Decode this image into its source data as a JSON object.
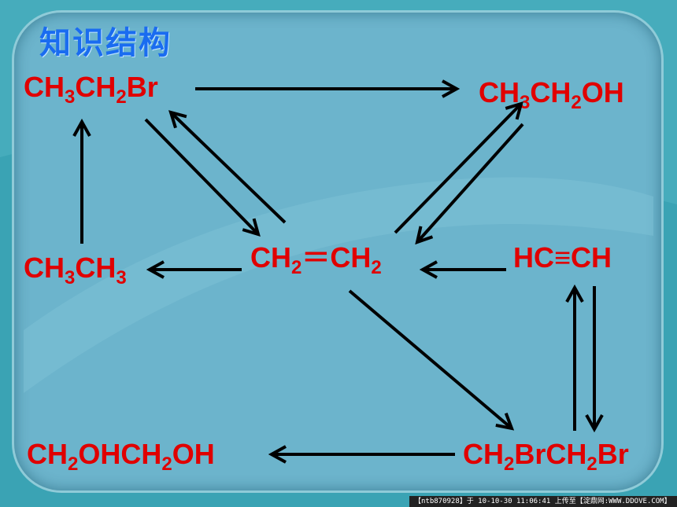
{
  "title": "知识结构",
  "nodes": {
    "bromoethane": [
      "CH",
      "3",
      "CH",
      "2",
      "Br"
    ],
    "ethanol": [
      "CH",
      "3",
      "CH",
      "2",
      "OH"
    ],
    "ethane": [
      "CH",
      "3",
      "CH",
      "3"
    ],
    "ethylene": [
      "CH",
      "2",
      "＝CH",
      "2"
    ],
    "acetylene": [
      "HC≡CH"
    ],
    "ethylene_glycol": [
      "CH",
      "2",
      "OHCH",
      "2",
      "OH"
    ],
    "dibromoethane": [
      "CH",
      "2",
      "BrCH",
      "2",
      "Br"
    ]
  },
  "footer_text": "【ntb870928】于 10-10-30 11:06:41 上传至【淀鼎网:WWW.DDOVE.COM】",
  "colors": {
    "node_text": "#e00000",
    "title": "#1a6cf0",
    "arrow": "#000000",
    "panel": "#6cb4cc"
  }
}
